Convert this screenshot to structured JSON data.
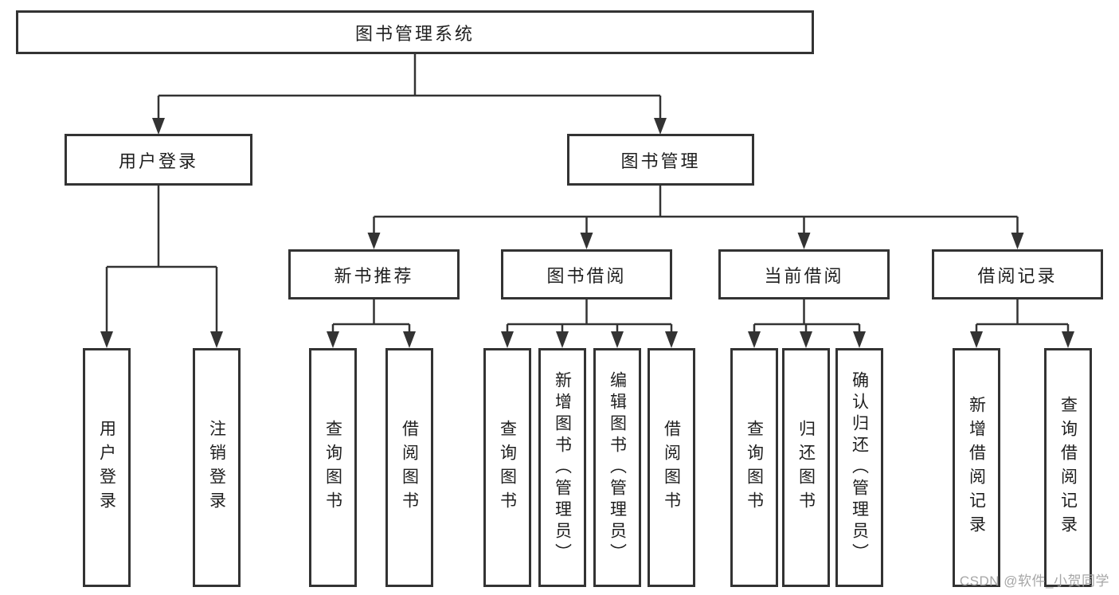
{
  "diagram": {
    "root": {
      "label": "图书管理系统"
    },
    "branches": [
      {
        "label": "用户登录",
        "leaves": [
          {
            "label": "用户登录"
          },
          {
            "label": "注销登录"
          }
        ]
      },
      {
        "label": "图书管理",
        "sections": [
          {
            "label": "新书推荐",
            "leaves": [
              {
                "label": "查询图书"
              },
              {
                "label": "借阅图书"
              }
            ]
          },
          {
            "label": "图书借阅",
            "leaves": [
              {
                "label": "查询图书"
              },
              {
                "label": "新增图书（管理员）"
              },
              {
                "label": "编辑图书（管理员）"
              },
              {
                "label": "借阅图书"
              }
            ]
          },
          {
            "label": "当前借阅",
            "leaves": [
              {
                "label": "查询图书"
              },
              {
                "label": "归还图书"
              },
              {
                "label": "确认归还（管理员）"
              }
            ]
          },
          {
            "label": "借阅记录",
            "leaves": [
              {
                "label": "新增借阅记录"
              },
              {
                "label": "查询借阅记录"
              }
            ]
          }
        ]
      }
    ]
  },
  "watermark": {
    "text": "CSDN @软件_小贺同学"
  },
  "colors": {
    "line": "#333333",
    "text": "#1f1f1f",
    "background": "#ffffff",
    "watermark": "#a6a6a6"
  }
}
